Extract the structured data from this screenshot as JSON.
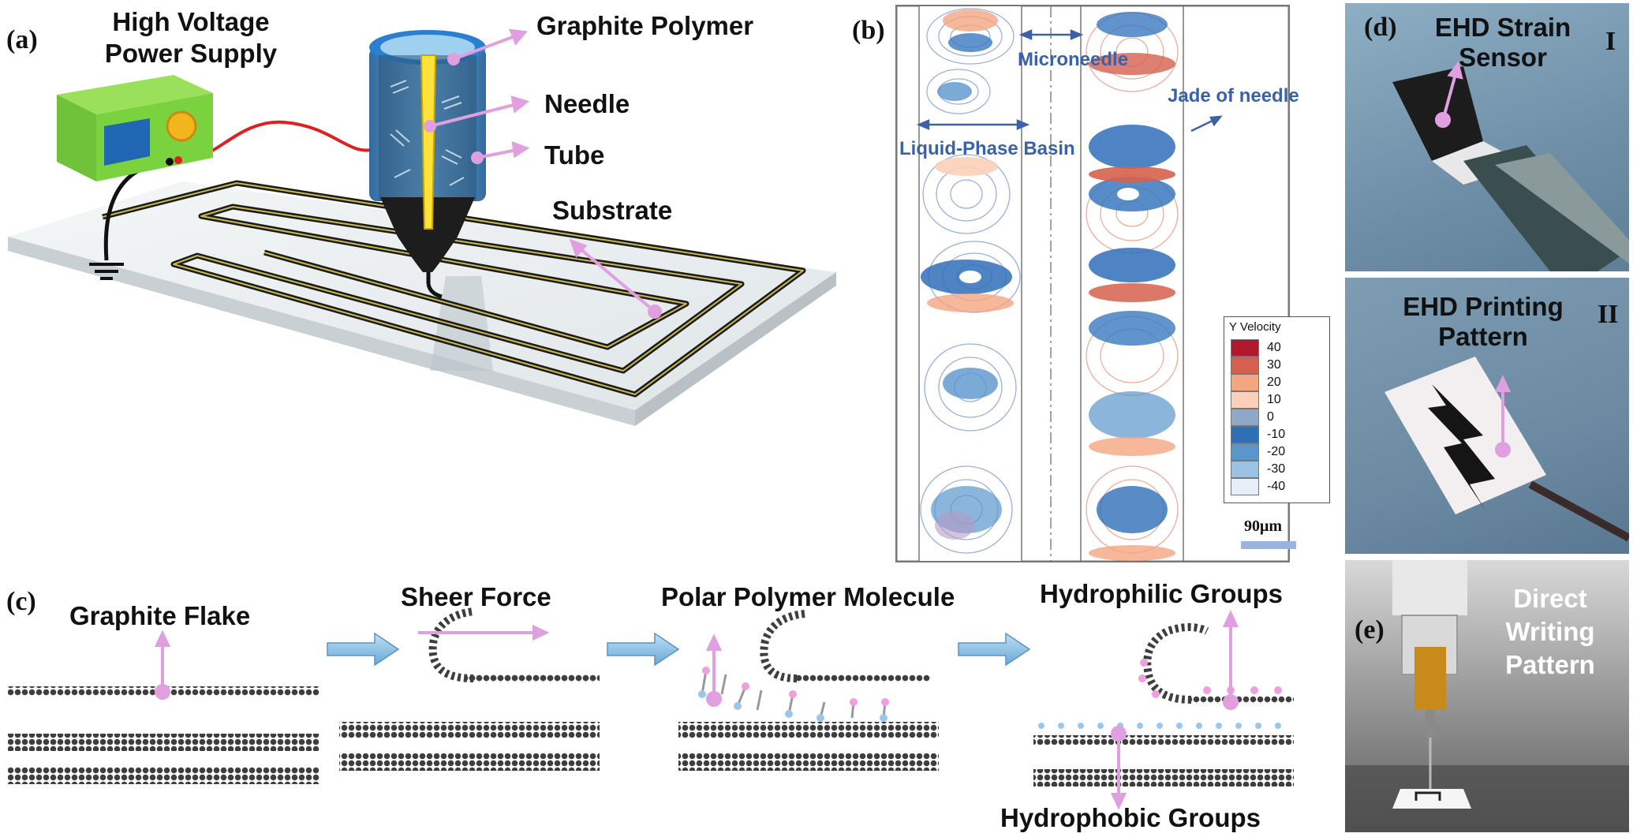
{
  "panel_a": {
    "label": "(a)",
    "power_supply": [
      "High Voltage",
      "Power Supply"
    ],
    "graphite_polymer": "Graphite Polymer",
    "needle": "Needle",
    "tube": "Tube",
    "substrate": "Substrate"
  },
  "panel_b": {
    "label": "(b)",
    "microneedle": "Microneedle",
    "jade": "Jade of needle",
    "basin": "Liquid-Phase Basin",
    "legend_title": "Y Velocity",
    "legend_values": [
      "40",
      "30",
      "20",
      "10",
      "0",
      "-10",
      "-20",
      "-30",
      "-40"
    ],
    "legend_colors": [
      "#b2182b",
      "#d6604d",
      "#f4a582",
      "#fbd0b9",
      "#8fa8c8",
      "#2f6fb8",
      "#5a95cc",
      "#9cc2e3",
      "#e6eef7"
    ],
    "scale": "90μm"
  },
  "panel_c": {
    "label": "(c)",
    "graphite_flake": "Graphite Flake",
    "sheer_force": "Sheer Force",
    "polar_polymer": "Polar Polymer Molecule",
    "hydrophilic": "Hydrophilic Groups",
    "hydrophobic": "Hydrophobic Groups"
  },
  "panel_d": {
    "label": "(d)",
    "roman_1": "I",
    "roman_2": "II",
    "strain_sensor": [
      "EHD Strain",
      "Sensor"
    ],
    "printing_pattern": [
      "EHD Printing",
      "Pattern"
    ]
  },
  "panel_e": {
    "label": "(e)",
    "direct_writing": [
      "Direct",
      "Writing",
      "Pattern"
    ]
  }
}
